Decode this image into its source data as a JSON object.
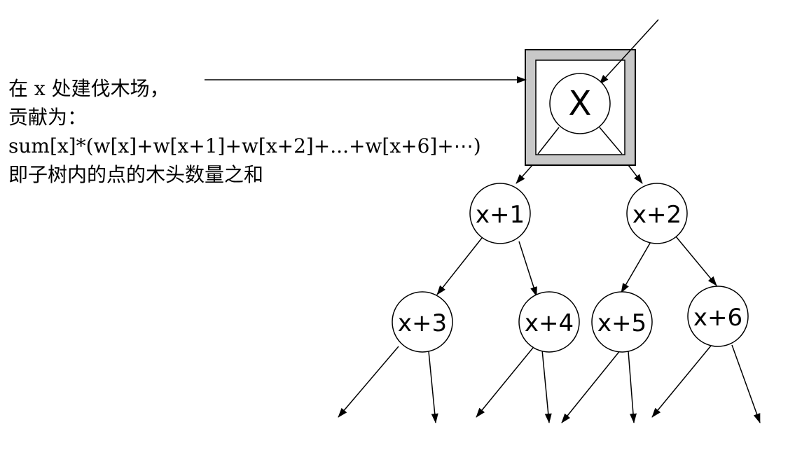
{
  "annotation": {
    "line1": "在 x 处建伐木场，",
    "line2": "贡献为：",
    "line3": "sum[x]*(w[x]+w[x+1]+w[x+2]+...+w[x+6]+⋯)",
    "line4": "即子树内的点的木头数量之和"
  },
  "nodes": {
    "root": "X",
    "n1": "x+1",
    "n2": "x+2",
    "n3": "x+3",
    "n4": "x+4",
    "n5": "x+5",
    "n6": "x+6"
  },
  "colors": {
    "box_frame": "#c8c8c8",
    "stroke": "#000000"
  }
}
